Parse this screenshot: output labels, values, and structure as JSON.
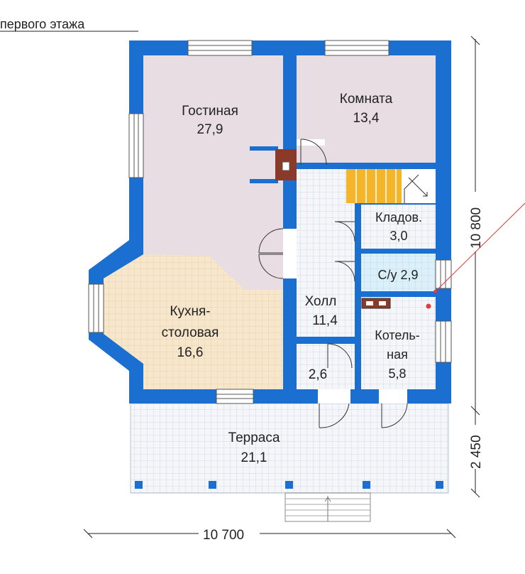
{
  "header": {
    "title": " первого этажа"
  },
  "rooms": {
    "living": {
      "name": "Гостиная",
      "area": "27,9"
    },
    "room": {
      "name": "Комната",
      "area": "13,4"
    },
    "storage": {
      "name": "Кладов.",
      "area": "3,0"
    },
    "wc": {
      "name": "С/у 2,9"
    },
    "hall": {
      "name": "Холл",
      "area": "11,4"
    },
    "kitchen": {
      "line1": "Кухня-",
      "line2": "столовая",
      "area": "16,6"
    },
    "boiler": {
      "line1": "Котель-",
      "line2": "ная",
      "area": "5,8"
    },
    "small": {
      "area": "2,6"
    },
    "terrace": {
      "name": "Терраса",
      "area": "21,1"
    }
  },
  "dimensions": {
    "width": "10 700",
    "height_main": "10 800",
    "height_terrace": "2 450"
  },
  "colors": {
    "wall": "#1a6fd1",
    "living": "#e8dde3",
    "kitchen": "#f3e2c6",
    "tile": "#eef2f7",
    "wc": "#d6ecf7",
    "stairs": "#f5b52a",
    "chimney": "#8b3a2a"
  }
}
